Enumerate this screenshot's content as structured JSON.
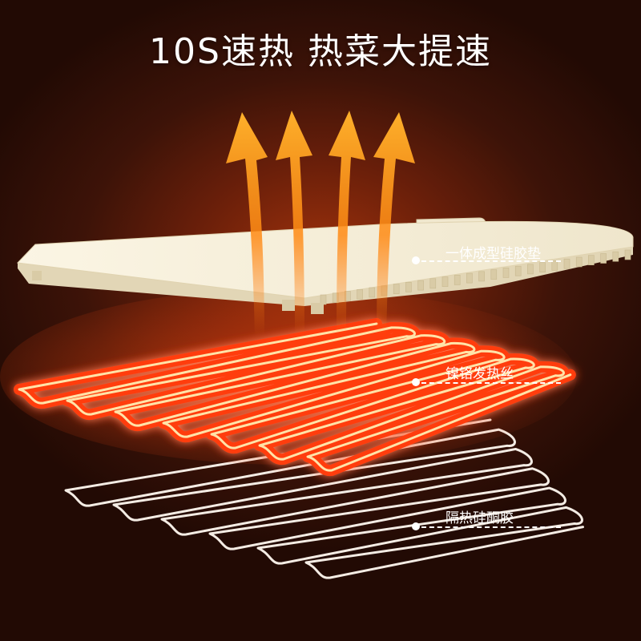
{
  "headline": "10S速热  热菜大提速",
  "callouts": [
    {
      "label": "一体成型硅胶垫"
    },
    {
      "label": "镍铬发热丝"
    },
    {
      "label": "隔热硅酮胶"
    }
  ],
  "colors": {
    "background": "#3d1308",
    "heat_wire": "#ff5a1f",
    "mat": "#f5efdc",
    "arrow": "#ff9a1a",
    "insulation_wire": "#ffffff"
  },
  "icons": [
    "arrow-up-icon",
    "callout-dot-icon"
  ]
}
